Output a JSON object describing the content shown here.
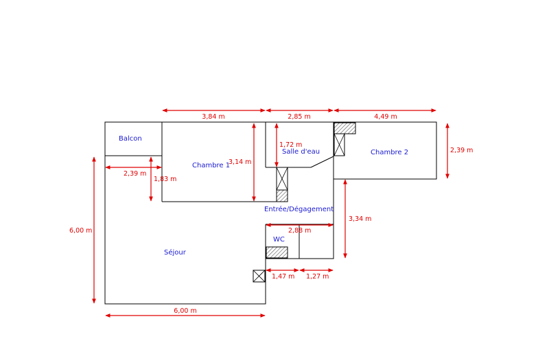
{
  "rooms": {
    "balcon": "Balcon",
    "chambre1": "Chambre 1",
    "salle_deau": "Salle d'eau",
    "chambre2": "Chambre 2",
    "entree": "Entrée/Dégagement",
    "wc": "WC",
    "sejour": "Séjour"
  },
  "dimensions": {
    "top_chambre1_width": "3,84 m",
    "top_salle_width": "2,85 m",
    "top_chambre2_width": "4,49 m",
    "chambre2_height": "2,39 m",
    "chambre1_height": "3,14 m",
    "salle_height": "1,72 m",
    "balcon_width": "2,39 m",
    "balcon_depth": "1,83 m",
    "sejour_height": "6,00 m",
    "sejour_width": "6,00 m",
    "entree_width": "2,88 m",
    "entree_height": "3,34 m",
    "wc_width": "1,47 m",
    "closet_width": "1,27 m"
  },
  "colors": {
    "dimension": "#e00000",
    "label": "#1a1ad0",
    "wall": "#000000"
  }
}
